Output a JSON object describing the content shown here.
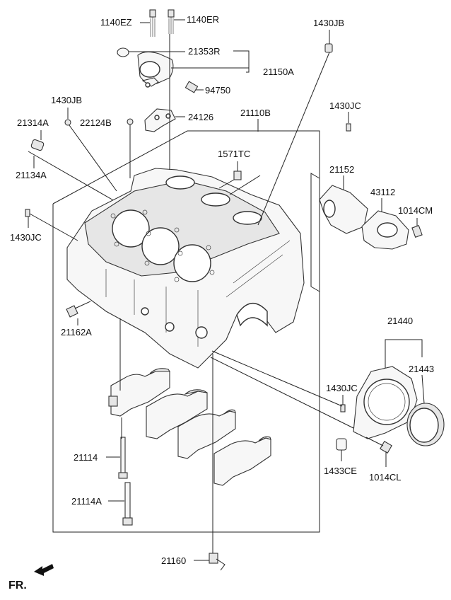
{
  "labels": {
    "p1140EZ": "1140EZ",
    "p1140ER": "1140ER",
    "p1430JB_top": "1430JB",
    "p21353R": "21353R",
    "p21150A": "21150A",
    "p94750": "94750",
    "p1430JB_left": "1430JB",
    "p21314A": "21314A",
    "p22124B": "22124B",
    "p24126": "24126",
    "p21110B": "21110B",
    "p1430JC_right": "1430JC",
    "p21134A": "21134A",
    "p1571TC": "1571TC",
    "p21152": "21152",
    "p43112": "43112",
    "p1014CM": "1014CM",
    "p1430JC_left": "1430JC",
    "p21162A": "21162A",
    "p21440": "21440",
    "p21443": "21443",
    "p1430JC_low": "1430JC",
    "p21114": "21114",
    "p1433CE": "1433CE",
    "p1014CL": "1014CL",
    "p21114A": "21114A",
    "p21160": "21160",
    "fr": "FR."
  }
}
